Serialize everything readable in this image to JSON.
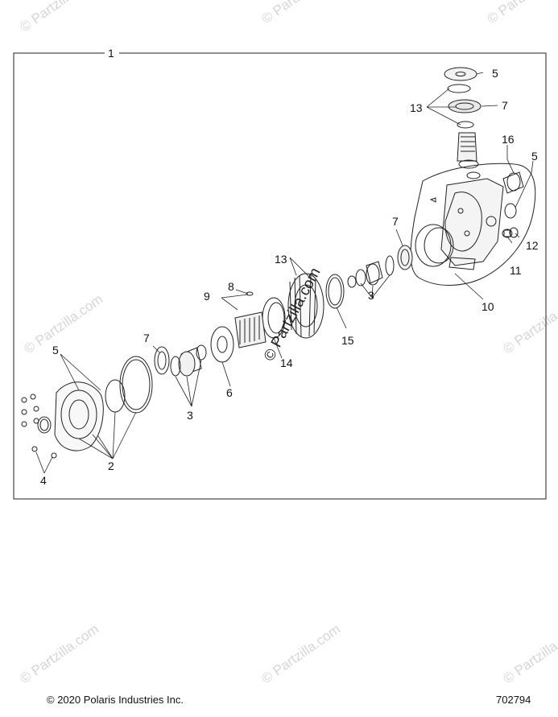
{
  "diagram": {
    "assembly_callout": "1",
    "callouts": {
      "c2": "2",
      "c3a": "3",
      "c3b": "3",
      "c4": "4",
      "c5a": "5",
      "c5b": "5",
      "c5c": "5",
      "c6": "6",
      "c7a": "7",
      "c7b": "7",
      "c7c": "7",
      "c8": "8",
      "c9": "9",
      "c10": "10",
      "c11": "11",
      "c12": "12",
      "c13a": "13",
      "c13b": "13",
      "c14": "14",
      "c15": "15",
      "c16": "16"
    }
  },
  "watermark": {
    "text": "© Partzilla.com"
  },
  "footer": {
    "copyright": "© 2020 Polaris Industries Inc.",
    "drawing_number": "702794"
  }
}
